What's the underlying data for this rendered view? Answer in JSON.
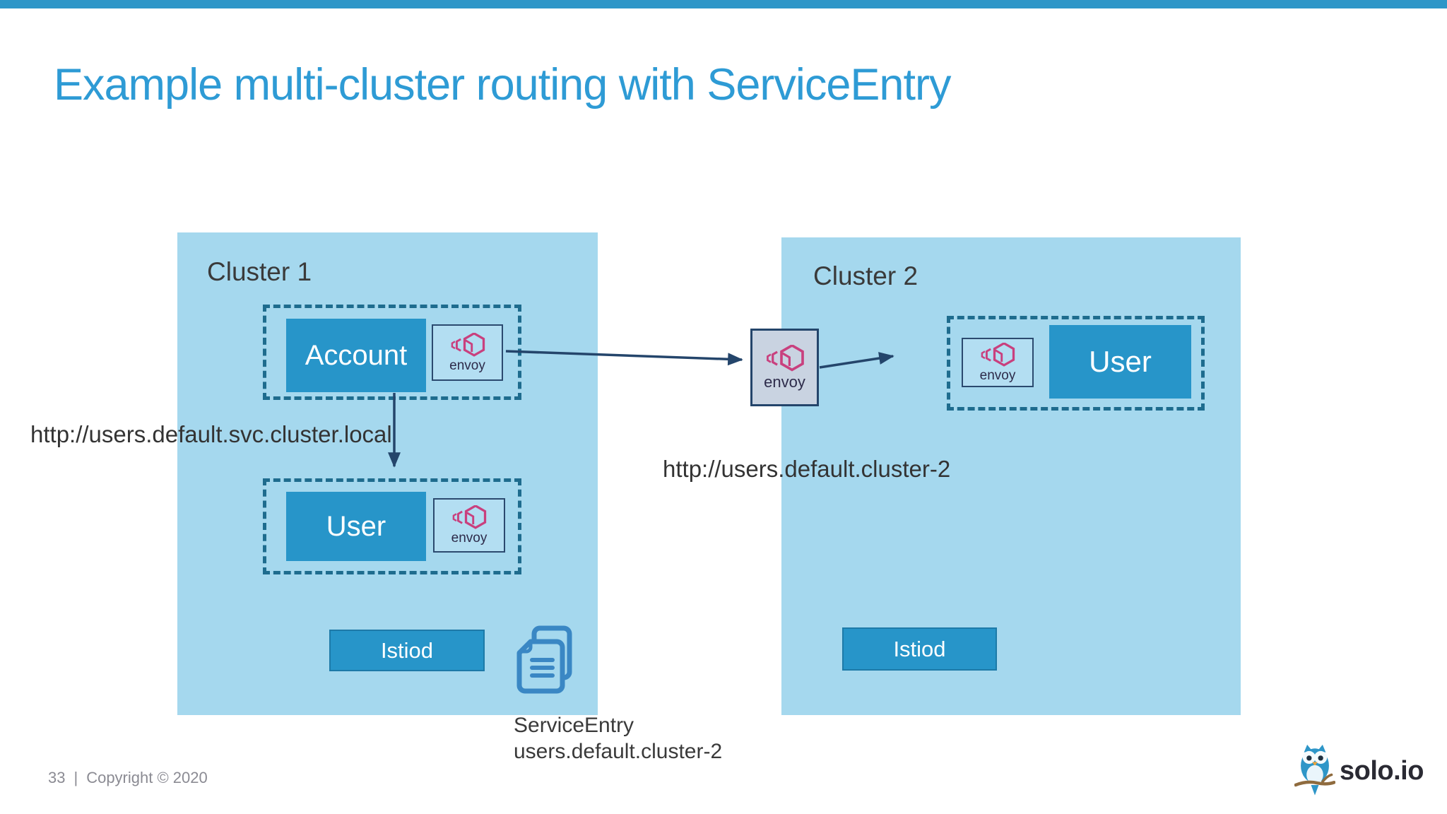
{
  "title": "Example multi-cluster routing with ServiceEntry",
  "cluster1": {
    "label": "Cluster 1",
    "account_service": "Account",
    "account_sidecar": "envoy",
    "user_service": "User",
    "user_sidecar": "envoy",
    "istiod": "Istiod"
  },
  "cluster2": {
    "label": "Cluster 2",
    "user_service": "User",
    "user_sidecar": "envoy",
    "istiod": "Istiod"
  },
  "gateway": {
    "label": "envoy"
  },
  "annotations": {
    "local_url": "http://users.default.svc.cluster.local",
    "remote_url": "http://users.default.cluster-2",
    "service_entry_title": "ServiceEntry",
    "service_entry_name": "users.default.cluster-2"
  },
  "footer": {
    "page_number": "33",
    "divider": "|",
    "copyright": "Copyright © 2020",
    "brand": "solo.io"
  },
  "colors": {
    "accent_bar": "#2E96C8",
    "title_text": "#2E9BD5",
    "cluster_bg": "#A5D8EE",
    "service_box": "#2795C9",
    "istiod_border": "#1D7AA8",
    "pod_dashed_border": "#1E6C8E",
    "sidecar_box_bg": "#B3DEF2",
    "sidecar_box_border": "#2B4A6F",
    "gateway_box_bg": "#C9D3E1",
    "envoy_magenta": "#C9407E",
    "envoy_text": "#2D2B4A",
    "arrow": "#24456B",
    "diagram_text": "#3A3A3A",
    "footer_text": "#8B8B93",
    "doc_icon_blue": "#3A87C4",
    "brand_text": "#2A2A33"
  }
}
